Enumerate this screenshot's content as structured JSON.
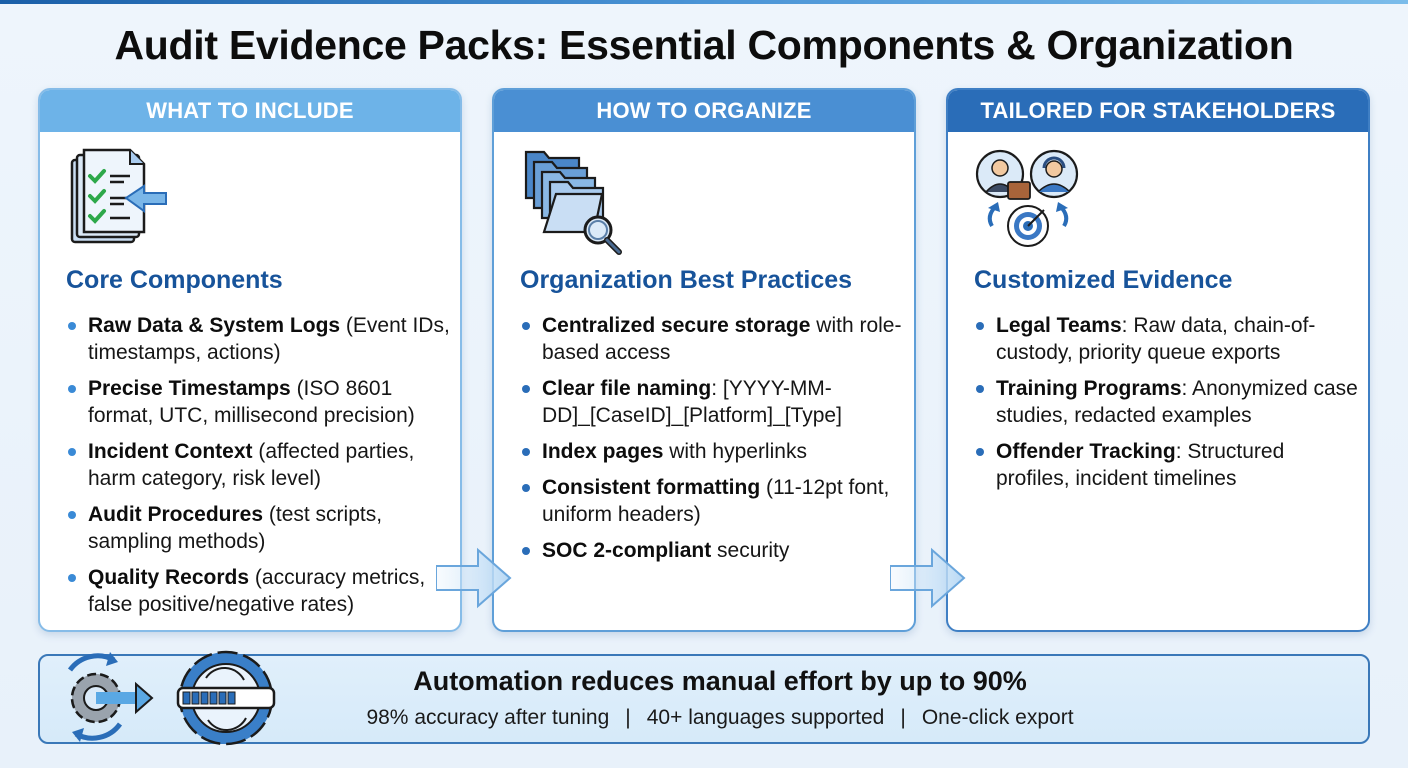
{
  "title": "Audit Evidence Packs: Essential Components & Organization",
  "colors": {
    "header_light": "#6db3e8",
    "header_mid": "#4a8fd3",
    "header_dark": "#2a6db8",
    "section_title": "#17539a",
    "banner_border": "#3a78b8"
  },
  "cards": [
    {
      "header": "WHAT TO INCLUDE",
      "icon": "checklist-document-icon",
      "section_title": "Core Components",
      "items": [
        {
          "bold": "Raw Data & System Logs",
          "text": " (Event IDs, timestamps, actions)"
        },
        {
          "bold": "Precise Timestamps",
          "text": " (ISO 8601 format, UTC, millisecond precision)"
        },
        {
          "bold": "Incident Context",
          "text": " (affected parties, harm category, risk level)"
        },
        {
          "bold": "Audit Procedures",
          "text": " (test scripts, sampling methods)"
        },
        {
          "bold": "Quality Records",
          "text": " (accuracy metrics, false positive/negative rates)"
        }
      ]
    },
    {
      "header": "HOW TO ORGANIZE",
      "icon": "folders-search-icon",
      "section_title": "Organization Best Practices",
      "items": [
        {
          "bold": "Centralized secure storage",
          "text": " with role-based access"
        },
        {
          "bold": "Clear file naming",
          "text": ": [YYYY-MM-DD]_[CaseID]_[Platform]_[Type]"
        },
        {
          "bold": "Index pages",
          "text": " with hyperlinks"
        },
        {
          "bold": "Consistent formatting",
          "text": " (11-12pt font, uniform headers)"
        },
        {
          "bold": "SOC 2-compliant",
          "text": " security"
        }
      ]
    },
    {
      "header": "TAILORED FOR STAKEHOLDERS",
      "icon": "stakeholders-target-icon",
      "section_title": "Customized Evidence",
      "items": [
        {
          "bold": "Legal Teams",
          "text": ": Raw data, chain-of-custody, priority queue exports"
        },
        {
          "bold": "Training Programs",
          "text": ": Anonymized case studies, redacted examples"
        },
        {
          "bold": "Offender Tracking",
          "text": ": Structured profiles, incident timelines"
        }
      ]
    }
  ],
  "banner": {
    "title": "Automation reduces manual effort by up to 90%",
    "stats": [
      "98% accuracy after tuning",
      "40+ languages supported",
      "One-click export"
    ],
    "separator": "|",
    "icon": "automation-gears-icon"
  }
}
